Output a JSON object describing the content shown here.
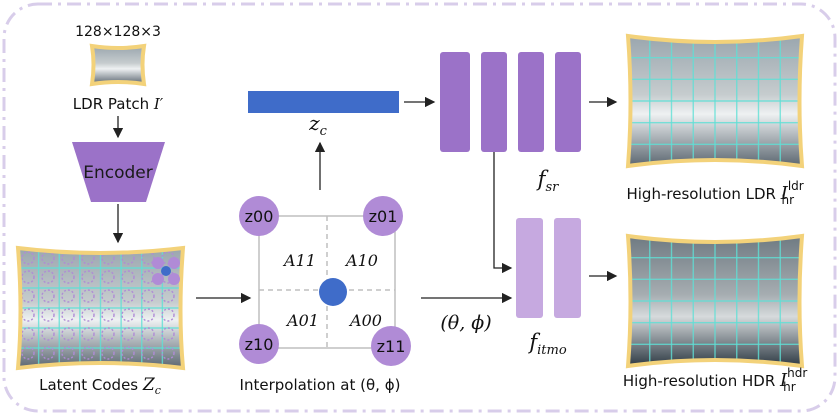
{
  "patch": {
    "size_label": "128×128×3",
    "caption": "LDR Patch ",
    "symbol": "I′"
  },
  "encoder": {
    "label": "Encoder"
  },
  "latent": {
    "caption": "Latent Codes ",
    "symbol_main": "Z",
    "symbol_sub": "c"
  },
  "interp": {
    "caption": "Interpolation at (θ, ϕ)",
    "corners": {
      "tl": "z00",
      "tr": "z01",
      "bl": "z10",
      "br": "z11"
    },
    "areas": {
      "a11": "A11",
      "a10": "A10",
      "a01": "A01",
      "a00": "A00"
    },
    "latent_vector": {
      "main": "z",
      "sub": "c"
    },
    "coord_label": "(θ, ϕ)"
  },
  "f_sr": {
    "main": "f",
    "sub": "sr"
  },
  "f_itmo": {
    "main": "f",
    "sub": "itmo"
  },
  "outputs": {
    "ldr": {
      "caption": "High-resolution LDR ",
      "sym": "I",
      "sub": "hr",
      "sup": "ldr"
    },
    "hdr": {
      "caption": "High-resolution HDR ",
      "sym": "I",
      "sub": "hr",
      "sup": "hdr"
    }
  },
  "colors": {
    "border": "#d8cdea",
    "purple_dark": "#9b72c8",
    "purple_mid": "#b08bd6",
    "purple_light": "#c6a9e0",
    "blue": "#3f6cc9",
    "frame": "#f3d27a",
    "grid": "#5fe0d6"
  }
}
